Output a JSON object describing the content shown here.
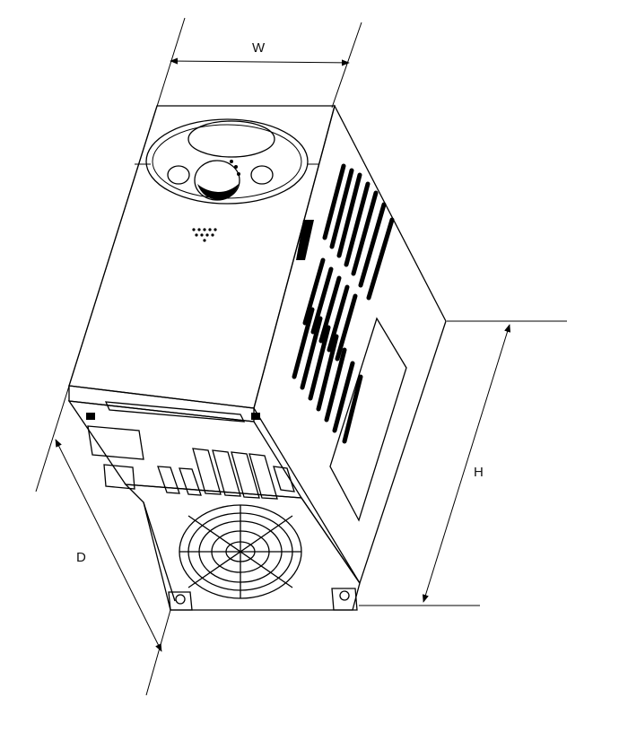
{
  "figure": {
    "dimensions": {
      "width_label": "W",
      "height_label": "H",
      "depth_label": "D"
    }
  }
}
